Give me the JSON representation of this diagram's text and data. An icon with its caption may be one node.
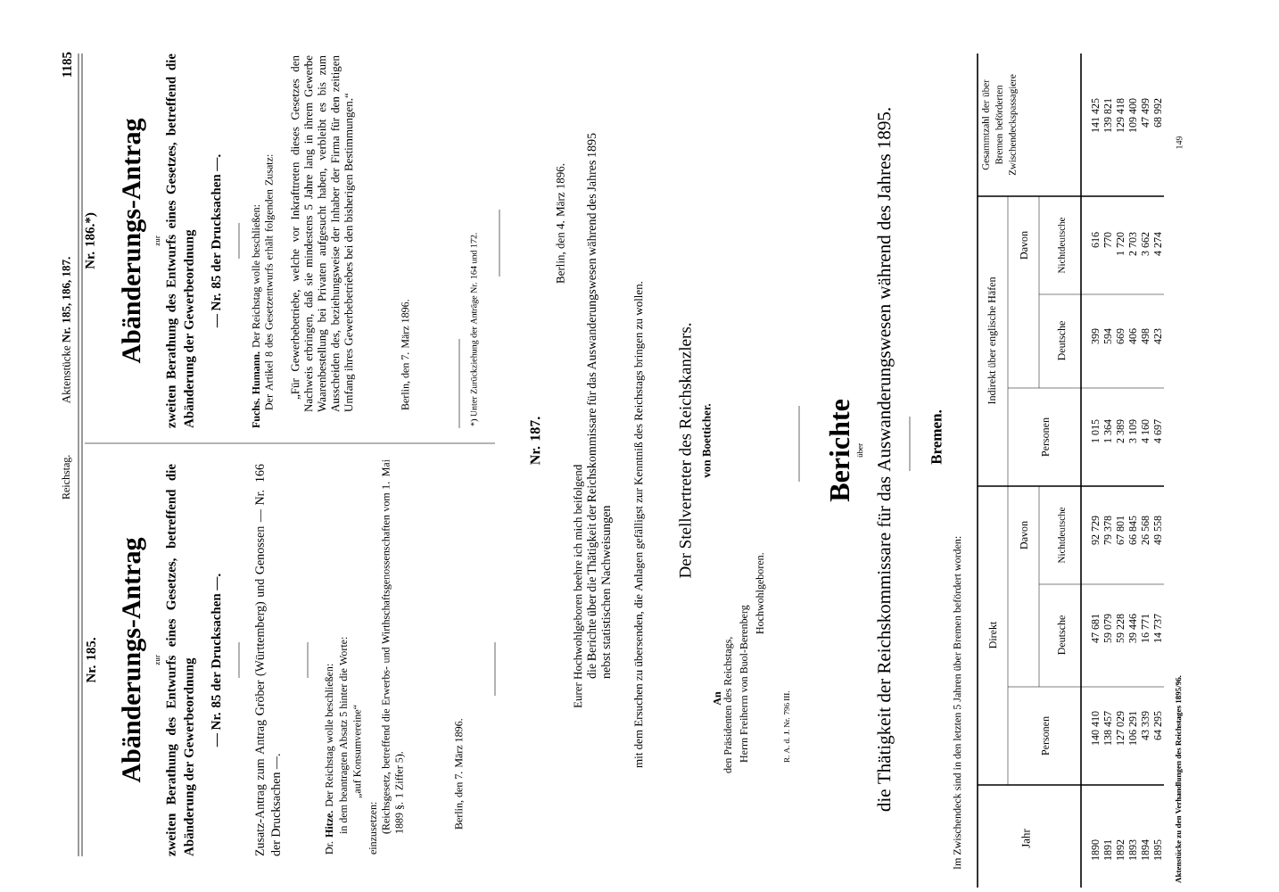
{
  "diagram": {
    "labels": [
      "Reichstag.",
      "Aktenstücke **Nr. 185, 186, 187.**",
      "1185",
      "Nr. 185.",
      "Abänderungs-Antrag",
      "zur",
      "zweiten Berathung des Entwurfs eines Gesetzes, betreffend die Abänderung der Gewerbeordnung",
      "— Nr. 85 der Drucksachen —.",
      "Zusatz-Antrag zum Antrag Gröber (Württemberg) und Genossen — Nr. 166 der Drucksachen —.",
      "Dr. **Hitze.** Der Reichstag wolle beschließen:",
      "in dem beantragten Absatz 5 hinter die Worte:",
      "„auf Konsumvereine“",
      "einzusetzen:",
      "(Reichsgesetz, betreffend die Erwerbs- und Wirthschaftsgenossenschaften vom 1. Mai 1889 §. 1 Ziffer 5).",
      "Berlin, den 7. März 1896.",
      "Nr. 186.*)",
      "Abänderungs-Antrag",
      "zur",
      "zweiten Berathung des Entwurfs eines Gesetzes, betreffend die Abänderung der Gewerbeordnung",
      "— Nr. 85 der Drucksachen —.",
      "**Fuchs. Humann.** Der Reichstag wolle beschließen:",
      "Der Artikel 8 des Gesetzentwurfs erhält folgenden Zusatz:",
      "„Für Gewerbebetriebe, welche vor Inkrafttreten dieses Gesetzes den Nachweis erbringen, daß sie mindestens 5 Jahre lang in ihrem Gewerbe Waarenbestellung bei Privaten aufgesucht haben, verbleibt es bis zum Ausscheiden des, beziehungsweise der Inhaber der Firma für den zeitigen Umfang ihres Gewerbebetriebes bei den bisherigen Bestimmungen.“",
      "Berlin, den 7. März 1896.",
      "*) Unter Zurückziehung der Anträge Nr. 164 und 172.",
      "Nr. 187.",
      "Berlin, den 4. März 1896.",
      "Eurer Hochwohlgeboren beehre ich mich beifolgend",
      "die Berichte über die Thätigkeit der Reichskommissare für das Auswanderungswesen während des Jahres 1895 nebst statistischen Nachweisungen",
      "mit dem Ersuchen zu übersenden, die Anlagen gefälligst zur Kenntniß des Reichstags bringen zu wollen.",
      "Der Stellvertreter des Reichskanzlers.",
      "von Boetticher.",
      "An",
      "den Präsidenten des Reichstags,",
      "Herrn Freiherrn von Buol-Berenberg",
      "Hochwohlgeboren.",
      "R. A. d. J. Nr. 796 III.",
      "Berichte",
      "über",
      "die Thätigkeit der Reichskommissare für das Auswanderungswesen während des Jahres 1895.",
      "Bremen.",
      "Im Zwischendeck sind in den letzten 5 Jahren über Bremen befördert worden:",
      "Jahr",
      "Direkt",
      "Personen",
      "Davon",
      "Deutsche",
      "Nichtdeutsche",
      "Indirekt über englische Häfen",
      "Personen",
      "Davon",
      "Deutsche",
      "Nichtdeutsche",
      "Gesammtzahl der über Bremen beförderten Zwischendeckspassagiere",
      "1890",
      "140 410",
      "47 681",
      "92 729",
      "1 015",
      "399",
      "616",
      "141 425",
      "1891",
      "138 457",
      "59 079",
      "79 378",
      "1 364",
      "594",
      "770",
      "139 821",
      "1892",
      "127 029",
      "59 228",
      "67 801",
      "2 389",
      "669",
      "1 720",
      "129 418",
      "1893",
      "106 291",
      "39 446",
      "66 845",
      "3 109",
      "406",
      "2 703",
      "109 400",
      "1894",
      "43 339",
      "16 771",
      "26 568",
      "4 160",
      "498",
      "3 662",
      "47 499",
      "1895",
      "64 295",
      "14 737",
      "49 558",
      "4 697",
      "423",
      "4 274",
      "68 992",
      "Aktenstücke zu den Verhandlungen des Reichstages 1895/96.",
      "149"
    ]
  }
}
